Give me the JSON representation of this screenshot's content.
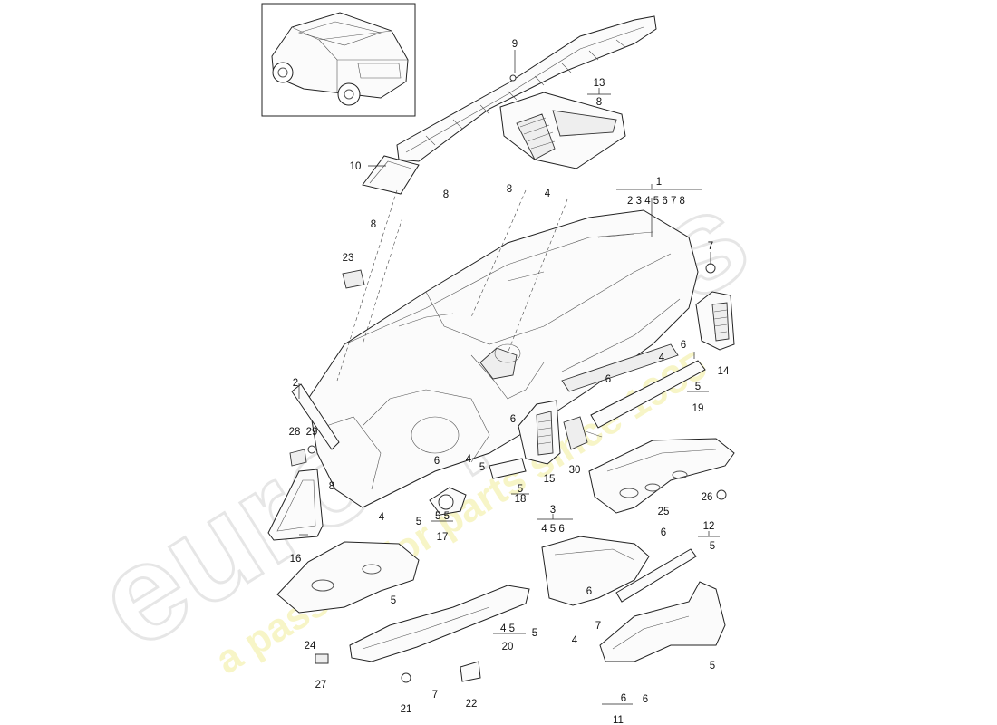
{
  "watermark": {
    "brand": "eurospares",
    "tagline": "a passion for parts since 1985"
  },
  "callouts": [
    {
      "id": "c9",
      "text": "9"
    },
    {
      "id": "c13",
      "text": "13"
    },
    {
      "id": "c13s",
      "text": "8"
    },
    {
      "id": "c10",
      "text": "10"
    },
    {
      "id": "c8a",
      "text": "8"
    },
    {
      "id": "c8b",
      "text": "8"
    },
    {
      "id": "c8c",
      "text": "8"
    },
    {
      "id": "c4a",
      "text": "4"
    },
    {
      "id": "c1",
      "text": "1"
    },
    {
      "id": "c1s",
      "text": "2  3  4  5  6  7 8"
    },
    {
      "id": "c7a",
      "text": "7"
    },
    {
      "id": "c23",
      "text": "23"
    },
    {
      "id": "c2",
      "text": "2"
    },
    {
      "id": "c28",
      "text": "28"
    },
    {
      "id": "c29",
      "text": "29"
    },
    {
      "id": "c8d",
      "text": "8"
    },
    {
      "id": "c16",
      "text": "16"
    },
    {
      "id": "c4b",
      "text": "4"
    },
    {
      "id": "c5a",
      "text": "5"
    },
    {
      "id": "c6a",
      "text": "6"
    },
    {
      "id": "c17s",
      "text": "5  5"
    },
    {
      "id": "c17",
      "text": "17"
    },
    {
      "id": "c4c",
      "text": "4"
    },
    {
      "id": "c5b",
      "text": "5"
    },
    {
      "id": "c6b",
      "text": "6"
    },
    {
      "id": "c18s",
      "text": "5"
    },
    {
      "id": "c18",
      "text": "18"
    },
    {
      "id": "c15",
      "text": "15"
    },
    {
      "id": "c30",
      "text": "30"
    },
    {
      "id": "c6c",
      "text": "6"
    },
    {
      "id": "c4d",
      "text": "4"
    },
    {
      "id": "c6d",
      "text": "6"
    },
    {
      "id": "c19s",
      "text": "5"
    },
    {
      "id": "c19",
      "text": "19"
    },
    {
      "id": "c14",
      "text": "14"
    },
    {
      "id": "c25",
      "text": "25"
    },
    {
      "id": "c26",
      "text": "26"
    },
    {
      "id": "c3",
      "text": "3"
    },
    {
      "id": "c3s",
      "text": "4  5  6"
    },
    {
      "id": "c6e",
      "text": "6"
    },
    {
      "id": "c12",
      "text": "12"
    },
    {
      "id": "c12s",
      "text": "5"
    },
    {
      "id": "c24",
      "text": "24"
    },
    {
      "id": "c5c",
      "text": "5"
    },
    {
      "id": "c20s",
      "text": "4    5"
    },
    {
      "id": "c20",
      "text": "20"
    },
    {
      "id": "c5d",
      "text": "5"
    },
    {
      "id": "c6f",
      "text": "6"
    },
    {
      "id": "c7b",
      "text": "7"
    },
    {
      "id": "c4e",
      "text": "4"
    },
    {
      "id": "c5e",
      "text": "5"
    },
    {
      "id": "c27",
      "text": "27"
    },
    {
      "id": "c7c",
      "text": "7"
    },
    {
      "id": "c21",
      "text": "21"
    },
    {
      "id": "c22",
      "text": "22"
    },
    {
      "id": "c6g",
      "text": "6"
    },
    {
      "id": "c11s",
      "text": "6"
    },
    {
      "id": "c11",
      "text": "11"
    }
  ]
}
